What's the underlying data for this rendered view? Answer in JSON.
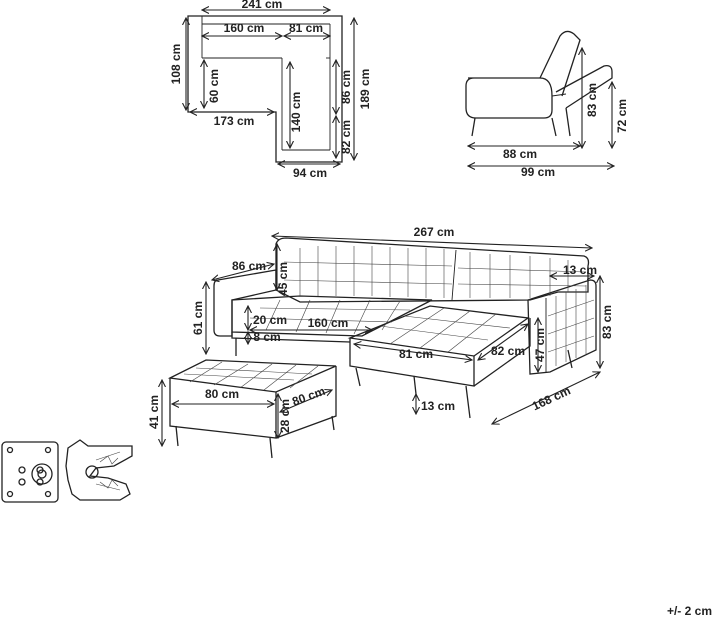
{
  "top_view": {
    "dims": {
      "total_width": "241 cm",
      "seat_width": "160 cm",
      "chaise_width_top": "81 cm",
      "depth_left": "108 cm",
      "seat_depth": "60 cm",
      "bottom_width": "173 cm",
      "chaise_seat_length": "140 cm",
      "chaise_inner_depth": "86 cm",
      "total_length": "189 cm",
      "chaise_depth_lower": "82 cm",
      "chaise_width_bottom": "94 cm"
    }
  },
  "side_view": {
    "dims": {
      "seat_depth": "88 cm",
      "total_depth": "99 cm",
      "reclined_height": "83 cm",
      "back_height": "72 cm"
    }
  },
  "main_view": {
    "dims": {
      "total_width": "267 cm",
      "armrest_depth": "86 cm",
      "back_height": "45 cm",
      "armrest_width": "13 cm",
      "seat_height": "61 cm",
      "cushion_height": "20 cm",
      "seat_width": "160 cm",
      "leg_height": "8 cm",
      "chaise_width": "81 cm",
      "chaise_depth": "82 cm",
      "chaise_cushion": "47 cm",
      "total_height": "83 cm",
      "chaise_leg": "13 cm",
      "total_length": "168 cm"
    }
  },
  "ottoman": {
    "dims": {
      "width": "80 cm",
      "depth": "80 cm",
      "height": "41 cm",
      "cushion": "28 cm"
    }
  },
  "tolerance": "+/- 2 cm"
}
